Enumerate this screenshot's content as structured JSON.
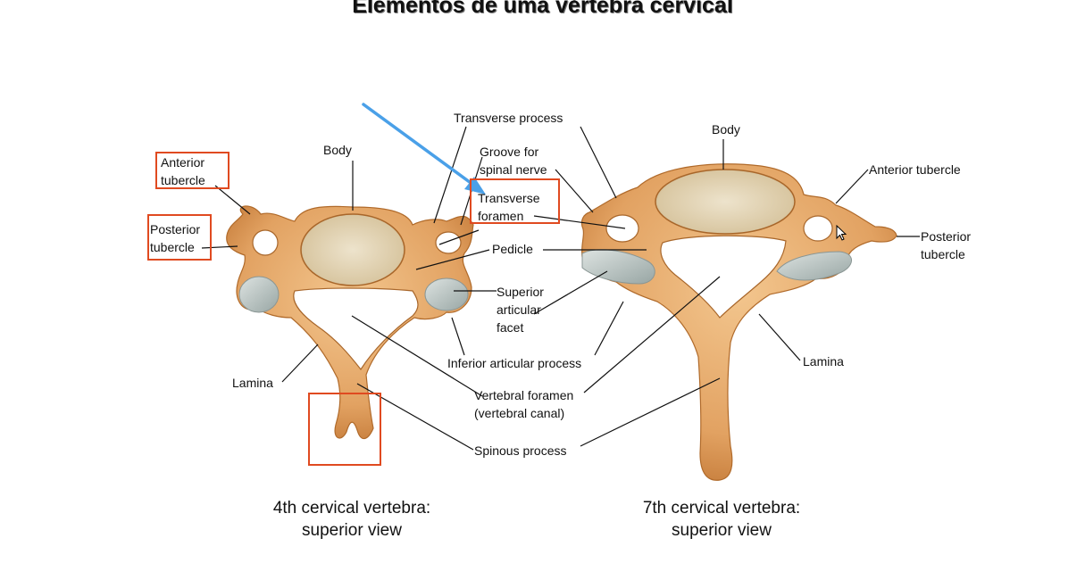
{
  "title": "Elementos de uma vértebra cervical",
  "labels": {
    "transverse_process": "Transverse process",
    "groove_spinal_nerve": "Groove for\nspinal nerve",
    "transverse_foramen": "Transverse\nforamen",
    "pedicle": "Pedicle",
    "superior_articular_facet": "Superior\narticular\nfacet",
    "inferior_articular_process": "Inferior articular process",
    "vertebral_foramen": "Vertebral foramen\n(vertebral canal)",
    "spinous_process": "Spinous process",
    "body_left": "Body",
    "body_right": "Body",
    "anterior_tubercle_left": "Anterior\ntubercle",
    "posterior_tubercle_left": "Posterior\ntubercle",
    "lamina_left": "Lamina",
    "anterior_tubercle_right": "Anterior tubercle",
    "posterior_tubercle_right": "Posterior\ntubercle",
    "lamina_right": "Lamina"
  },
  "captions": {
    "left": "4th cervical vertebra:\nsuperior view",
    "right": "7th cervical vertebra:\nsuperior view"
  },
  "colors": {
    "bone": "#e4a868",
    "bone_dark": "#b86c2c",
    "body_center": "#e9dcc0",
    "facet": "#b7c2c0",
    "highlight_box": "#e04a20",
    "arrow": "#4aa0e8"
  }
}
